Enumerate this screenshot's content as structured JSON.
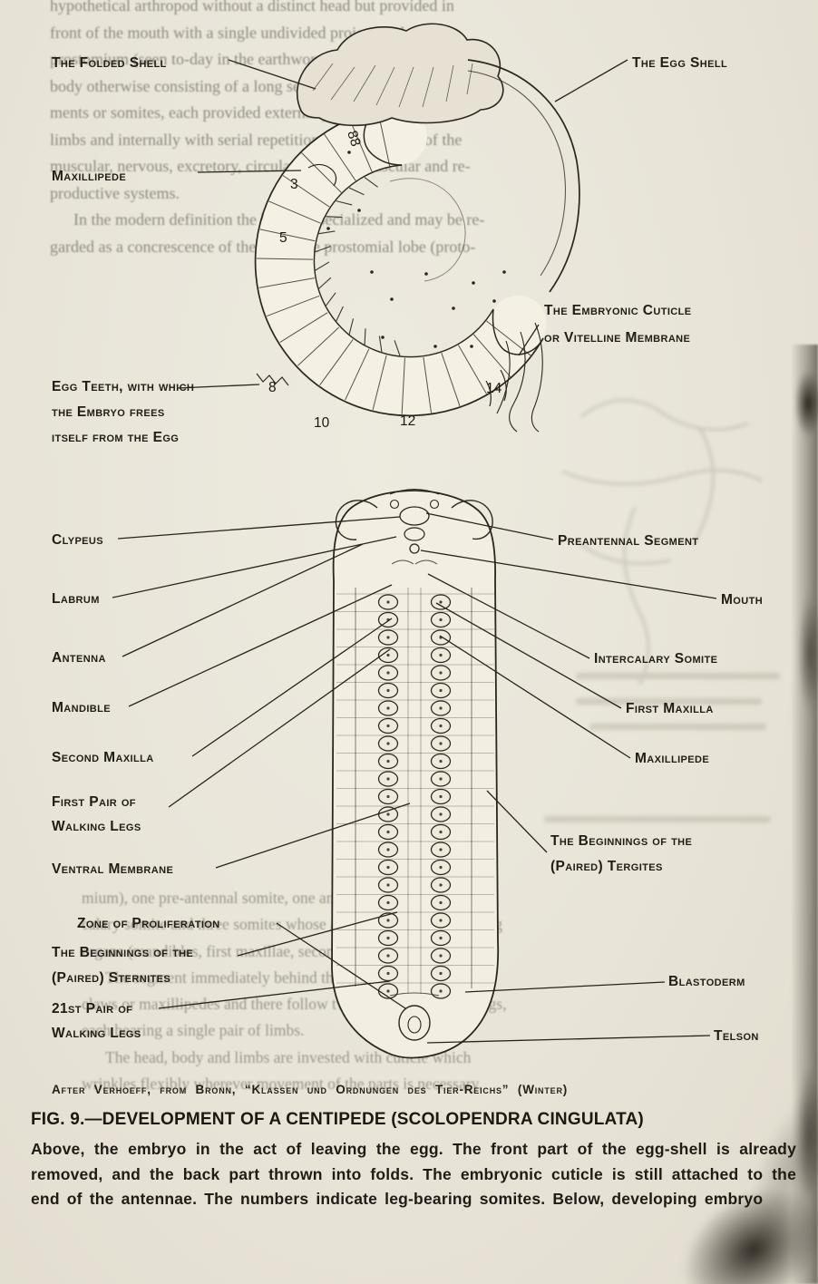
{
  "colors": {
    "paper": "#e9e5da",
    "ink": "#221d15",
    "faded_text": "#918e86"
  },
  "faded_top_text": {
    "lines": [
      "hypothetical arthropod without a distinct head but provided in",
      "front of the mouth with a single undivided projecting lobe, the",
      "prostomium (seen to-day in the earthworms and their marine",
      "body otherwise consisting of a long series of similar ring-like seg-",
      "ments or somites, each provided externally with a single pair of",
      "limbs and internally with serial repetitions of the gut and of the",
      "muscular, nervous, excretory, circulatory, blood-vascular and re-",
      "productive systems.",
      "In the modern definition the head is specialized and may be re-",
      "garded as a concrescence of the primitive prostomial lobe (proto-"
    ]
  },
  "faded_mid_text": {
    "lines": [
      "mium), one pre-antennal somite, one antennal somite, an inter-",
      "calary somite and three somites whose appendages are the feeding",
      "organs (mandibles, first maxillae, second maxillae) of the head.",
      "The segment immediately behind the head bears the poison",
      "claws or maxillipedes and there follow twenty-one somites of legs,",
      "each bearing a single pair of limbs.",
      "The head, body and limbs are invested with cuticle which",
      "wrinkles flexibly wherever movement of the parts is necessary."
    ]
  },
  "top_figure": {
    "labels": {
      "folded_shell": "The Folded Shell",
      "egg_shell": "The Egg Shell",
      "maxillipede": "Maxillipede",
      "embryonic_cuticle": "The Embryonic Cuticle\nor Vitelline Membrane",
      "egg_teeth": "Egg Teeth, with which\nthe Embryo frees\nitself from the Egg"
    },
    "somite_numbers": [
      "3",
      "5",
      "8",
      "10",
      "12",
      "14"
    ],
    "extra_mark": "88"
  },
  "bottom_figure": {
    "somite_rows": 23,
    "labels": {
      "clypeus": "Clypeus",
      "labrum": "Labrum",
      "antenna": "Antenna",
      "mandible": "Mandible",
      "second_maxilla": "Second Maxilla",
      "first_walking_legs": "First Pair of\nWalking Legs",
      "ventral_membrane": "Ventral Membrane",
      "zone_of_proliferation": "Zone of Proliferation",
      "sternites": "The Beginnings of the\n(Paired) Sternites",
      "walking_legs_21": "21st Pair of\nWalking Legs",
      "preantennal_segment": "Preantennal Segment",
      "mouth": "Mouth",
      "intercalary_somite": "Intercalary Somite",
      "first_maxilla": "First Maxilla",
      "maxillipede": "Maxillipede",
      "tergites": "The Beginnings of the\n(Paired) Tergites",
      "blastoderm": "Blastoderm",
      "telson": "Telson"
    }
  },
  "caption": {
    "attribution": "After Verhoeff, from Bronn, “Klassen und Ordnungen des Tier-Reichs” (Winter)",
    "figure_title": "FIG. 9.—DEVELOPMENT OF A CENTIPEDE (SCOLOPENDRA CINGULATA)",
    "body": "Above, the embryo in the act of leaving the egg.  The front part of the egg-shell is already removed, and the back part thrown into folds.  The embryonic cuticle is still attached to the end of the antennae.  The numbers indicate leg-bearing somites.  Below, developing embryo"
  }
}
